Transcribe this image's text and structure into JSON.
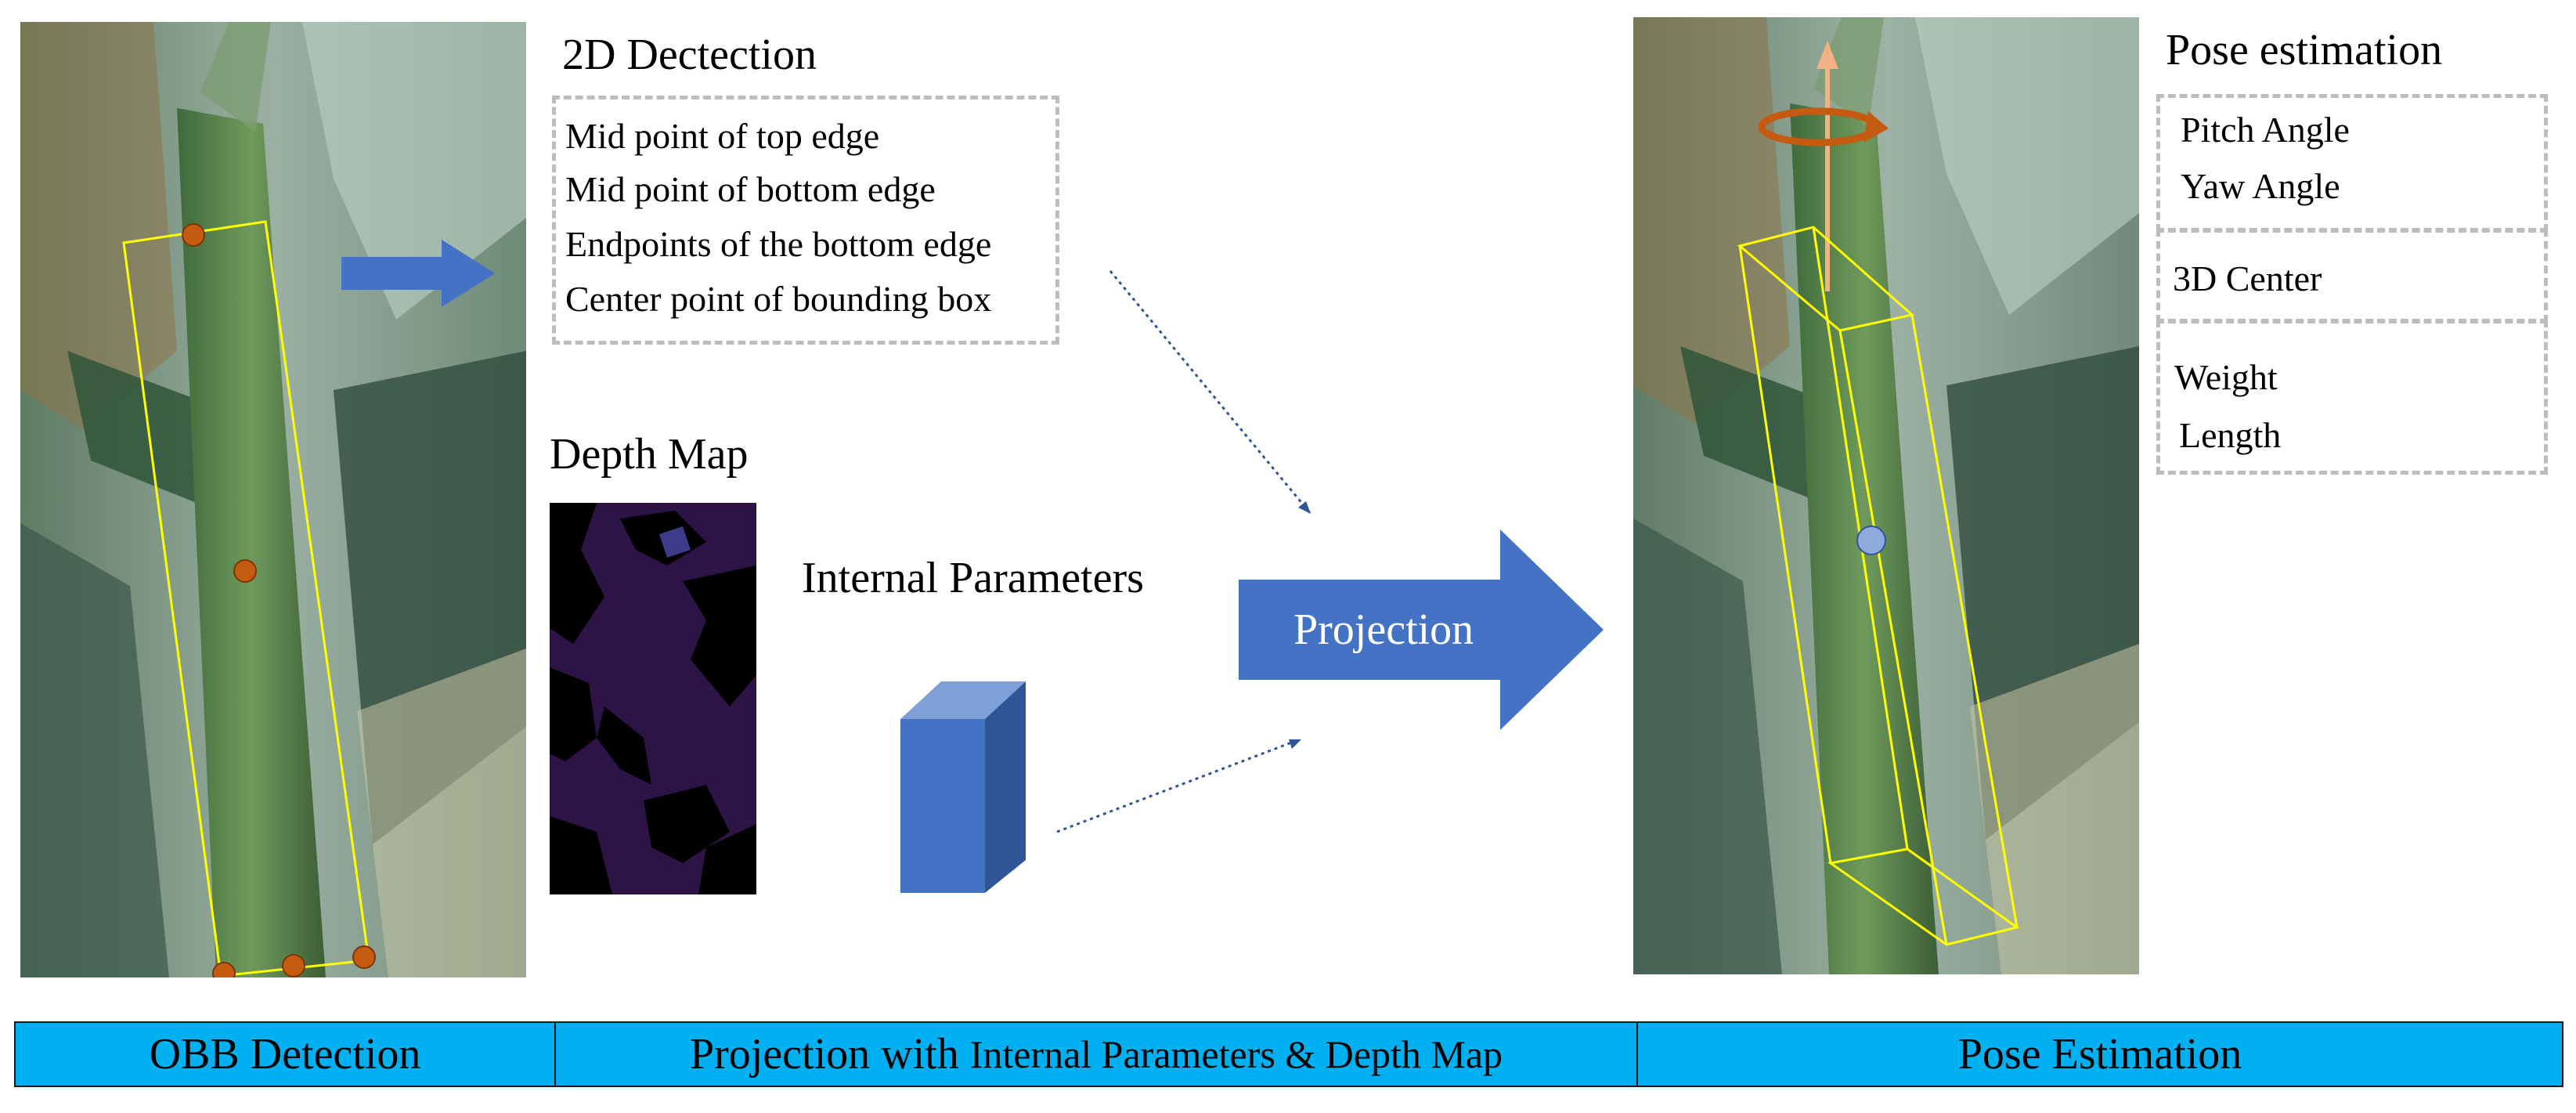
{
  "detection": {
    "title": "2D Dectection",
    "items": [
      "Mid point of top edge",
      "Mid point of bottom edge",
      "Endpoints of the bottom edge",
      "Center point of bounding box"
    ]
  },
  "depth": {
    "title": "Depth Map"
  },
  "internal": {
    "title": "Internal Parameters"
  },
  "projection": {
    "label": "Projection"
  },
  "pose": {
    "title": "Pose estimation",
    "groups": [
      [
        "Pitch Angle",
        "Yaw Angle"
      ],
      [
        "3D Center"
      ],
      [
        "Weight",
        "Length"
      ]
    ]
  },
  "stages": {
    "obb": "OBB Detection",
    "proj_main": "Projection with ",
    "proj_small": "Internal Parameters & Depth Map",
    "pose": "Pose Estimation"
  },
  "colors": {
    "stage_bar": "#00b0f0",
    "arrow_blue": "#4472c4",
    "obb_yellow": "#ffff00",
    "keypoint": "#c55a11",
    "depth_purple": "#2e1346"
  }
}
